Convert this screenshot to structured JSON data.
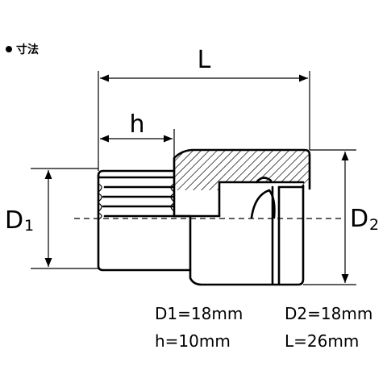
{
  "heading": "寸法",
  "labels": {
    "L": "L",
    "h": "h",
    "d1_main": "D",
    "d1_sub": "1",
    "d2_main": "D",
    "d2_sub": "2"
  },
  "specs": {
    "d1": "D1=18mm",
    "d2": "D2=18mm",
    "h": "h=10mm",
    "L": "L=26mm"
  }
}
